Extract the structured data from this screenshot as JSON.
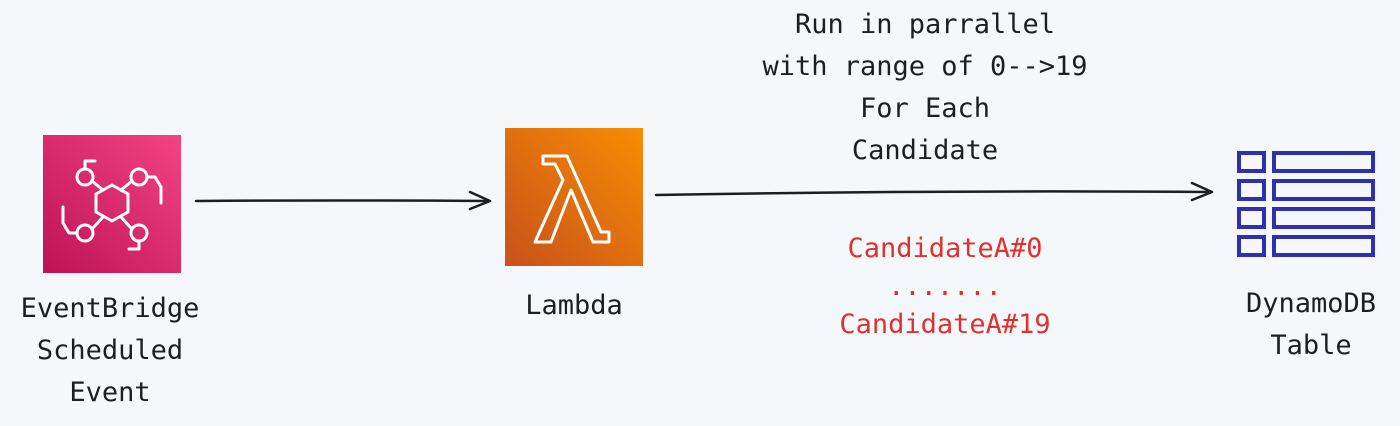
{
  "nodes": {
    "eventbridge": {
      "label_lines": [
        "EventBridge",
        "Scheduled",
        "Event"
      ],
      "icon": "eventbridge-icon",
      "gradient": [
        "#f34482",
        "#bc1356"
      ]
    },
    "lambda": {
      "label": "Lambda",
      "icon": "lambda-icon",
      "gradient": [
        "#f78e04",
        "#c8511b"
      ]
    },
    "dynamodb": {
      "label_lines": [
        "DynamoDB",
        "Table"
      ],
      "icon": "table-icon",
      "color": "#2f2fb0"
    }
  },
  "edge": {
    "annotation_lines": [
      "Run in parrallel",
      "with range of 0-->19",
      "For Each",
      "Candidate"
    ],
    "keys": [
      "CandidateA#0",
      ".......",
      "CandidateA#19"
    ],
    "key_color": "#e03131"
  },
  "colors": {
    "background": "#f4f8fb",
    "text": "#1e1e1e",
    "arrow": "#1e1e1e"
  }
}
